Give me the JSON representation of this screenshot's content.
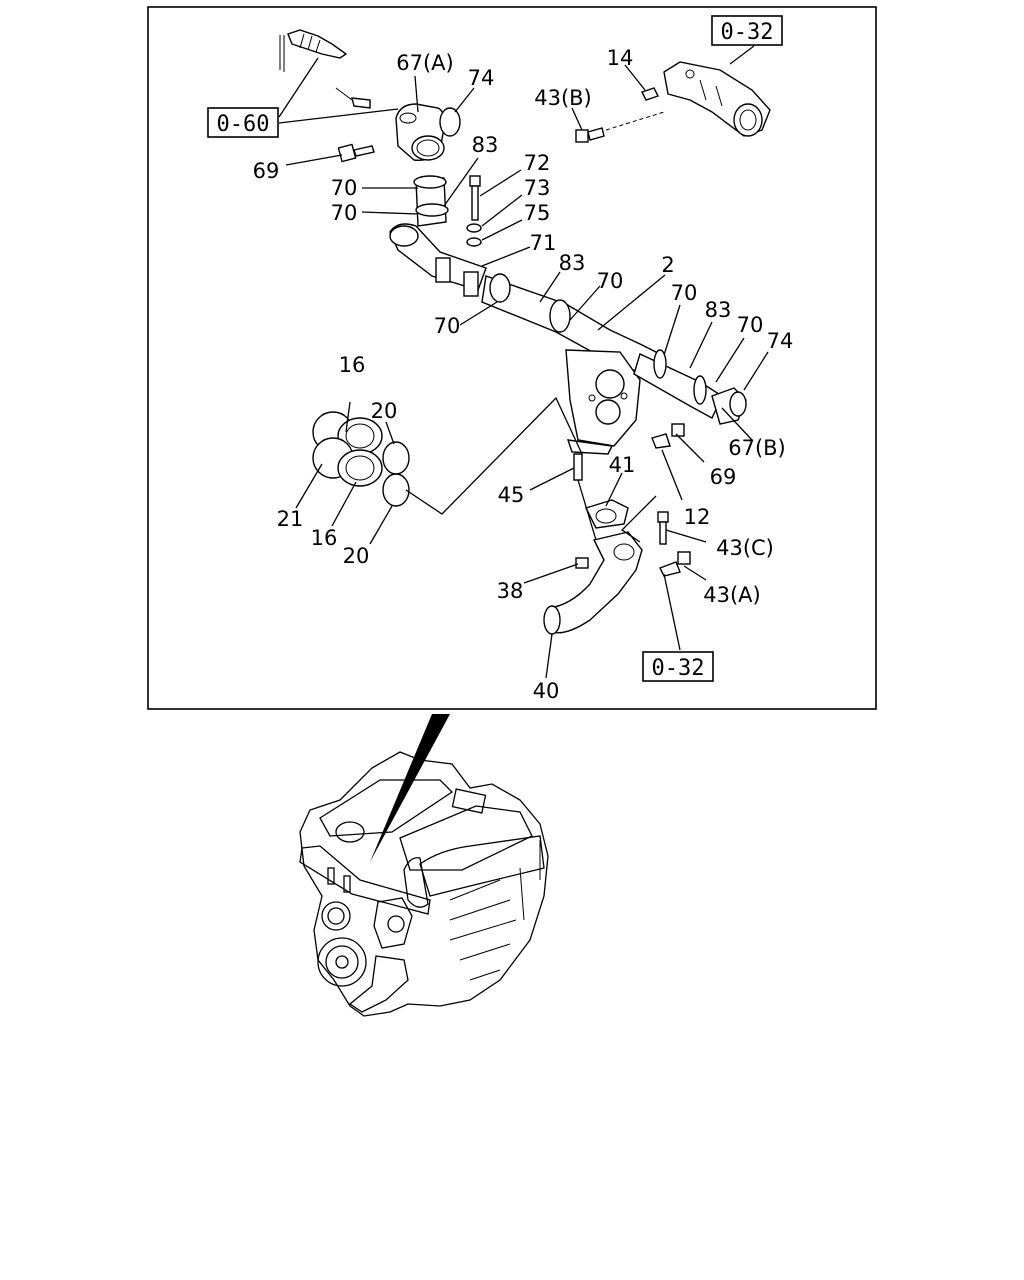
{
  "diagram": {
    "references": {
      "r032_top": "0-32",
      "r060": "0-60",
      "r032_bottom": "0-32"
    },
    "labels": {
      "l67a": "67(A)",
      "l74a": "74",
      "l14": "14",
      "l43b": "43(B)",
      "l83a": "83",
      "l72": "72",
      "l73": "73",
      "l75": "75",
      "l70a": "70",
      "l70b": "70",
      "l69a": "69",
      "l71": "71",
      "l83b": "83",
      "l70c": "70",
      "l2": "2",
      "l70d": "70",
      "l83c": "83",
      "l70e": "70",
      "l74b": "74",
      "l70f": "70",
      "l16a": "16",
      "l20a": "20",
      "l21": "21",
      "l16b": "16",
      "l20b": "20",
      "l67b": "67(B)",
      "l69b": "69",
      "l45": "45",
      "l41": "41",
      "l12": "12",
      "l43c": "43(C)",
      "l43a": "43(A)",
      "l38": "38",
      "l40": "40"
    }
  }
}
